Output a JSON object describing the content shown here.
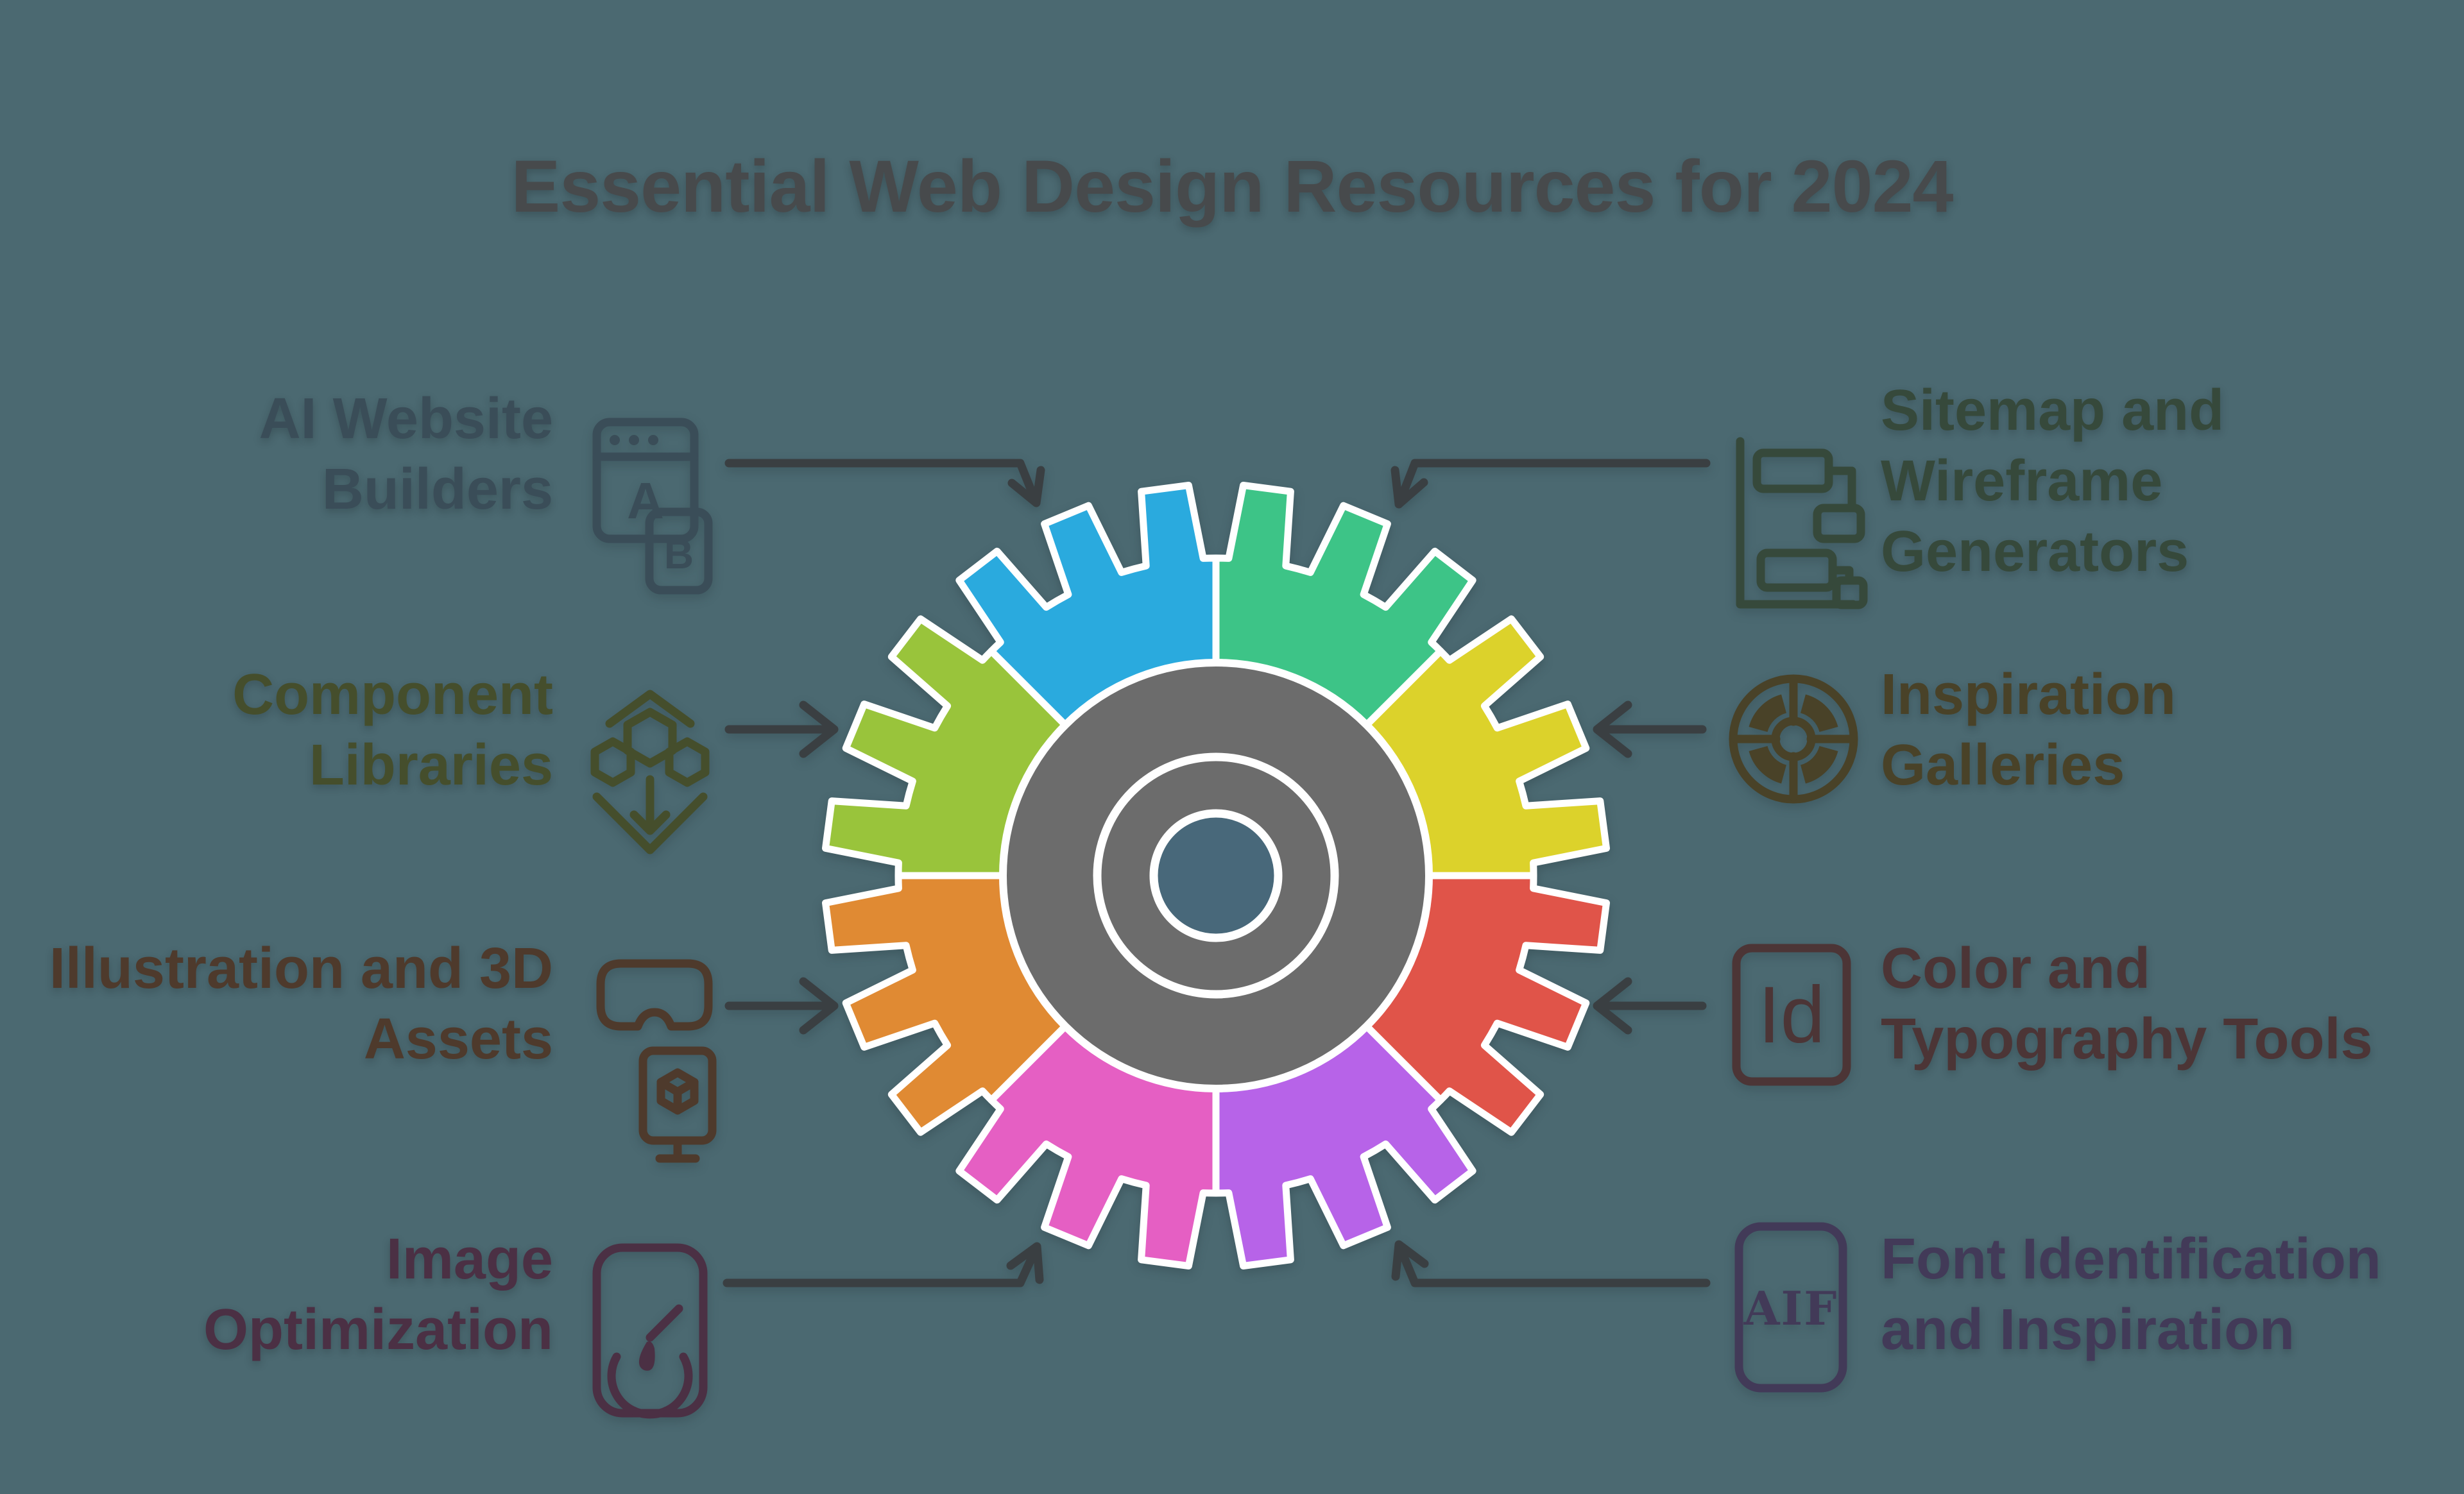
{
  "background_color": "#4b6971",
  "arrow_color": "#3a3f42",
  "title": {
    "text": "Essential Web Design Resources for 2024",
    "color": "#474a4c"
  },
  "items": {
    "left": [
      {
        "id": "ai-website-builders",
        "lines": [
          "AI Website",
          "Builders"
        ],
        "color": "#3a4d58",
        "icon": "browser-ab-icon",
        "icon_letters": [
          "A",
          "B"
        ]
      },
      {
        "id": "component-libraries",
        "lines": [
          "Component",
          "Libraries"
        ],
        "color": "#454e2c",
        "icon": "hexagon-package-icon"
      },
      {
        "id": "illustration-3d-assets",
        "lines": [
          "Illustration and 3D",
          "Assets"
        ],
        "color": "#4e3a2c",
        "icon": "vr-3d-assets-icon"
      },
      {
        "id": "image-optimization",
        "lines": [
          "Image",
          "Optimization"
        ],
        "color": "#4b3044",
        "icon": "speedometer-icon"
      }
    ],
    "right": [
      {
        "id": "sitemap-wireframe-generators",
        "lines": [
          "Sitemap and",
          "Wireframe",
          "Generators"
        ],
        "color": "#36493b",
        "icon": "sitemap-tree-icon"
      },
      {
        "id": "inspiration-galleries",
        "lines": [
          "Inspiration",
          "Galleries"
        ],
        "color": "#494228",
        "icon": "gallery-wheel-icon"
      },
      {
        "id": "color-typography-tools",
        "lines": [
          "Color and",
          "Typography Tools"
        ],
        "color": "#4c3536",
        "icon": "id-badge-icon",
        "icon_text": "Id"
      },
      {
        "id": "font-identification-inspiration",
        "lines": [
          "Font Identification",
          "and Inspiration"
        ],
        "color": "#423a58",
        "icon": "aif-badge-icon",
        "icon_text": "AIF"
      }
    ]
  },
  "gear": {
    "teeth_per_segment": 3,
    "core_color": "#6c6c6c",
    "hole_color": "#48687a",
    "outline_color": "#ffffff",
    "segments": [
      {
        "name": "sitemap-wireframe-generators",
        "color": "#3dc487"
      },
      {
        "name": "inspiration-galleries",
        "color": "#dcd22b"
      },
      {
        "name": "color-typography-tools",
        "color": "#e05449"
      },
      {
        "name": "font-identification-inspiration",
        "color": "#b763e8"
      },
      {
        "name": "image-optimization",
        "color": "#e55fc3"
      },
      {
        "name": "illustration-3d-assets",
        "color": "#e08a33"
      },
      {
        "name": "component-libraries",
        "color": "#99c43b"
      },
      {
        "name": "ai-website-builders",
        "color": "#2aaade"
      }
    ]
  }
}
